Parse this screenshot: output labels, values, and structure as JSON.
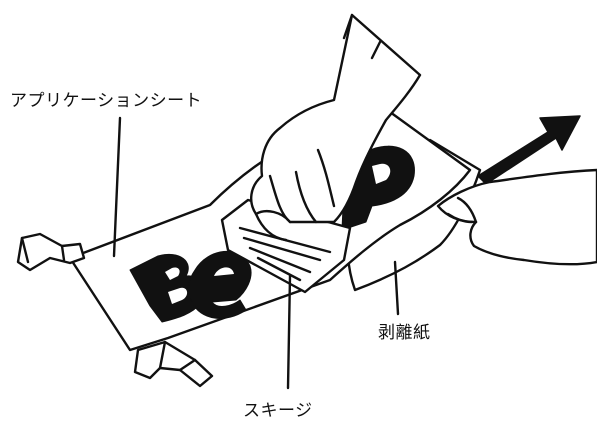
{
  "labels": {
    "application_sheet": "アプリケーションシート",
    "release_paper": "剥離紙",
    "squeegee": "スキージ"
  },
  "lettering": "Be_p",
  "colors": {
    "ink": "#111111",
    "paper": "#ffffff"
  }
}
